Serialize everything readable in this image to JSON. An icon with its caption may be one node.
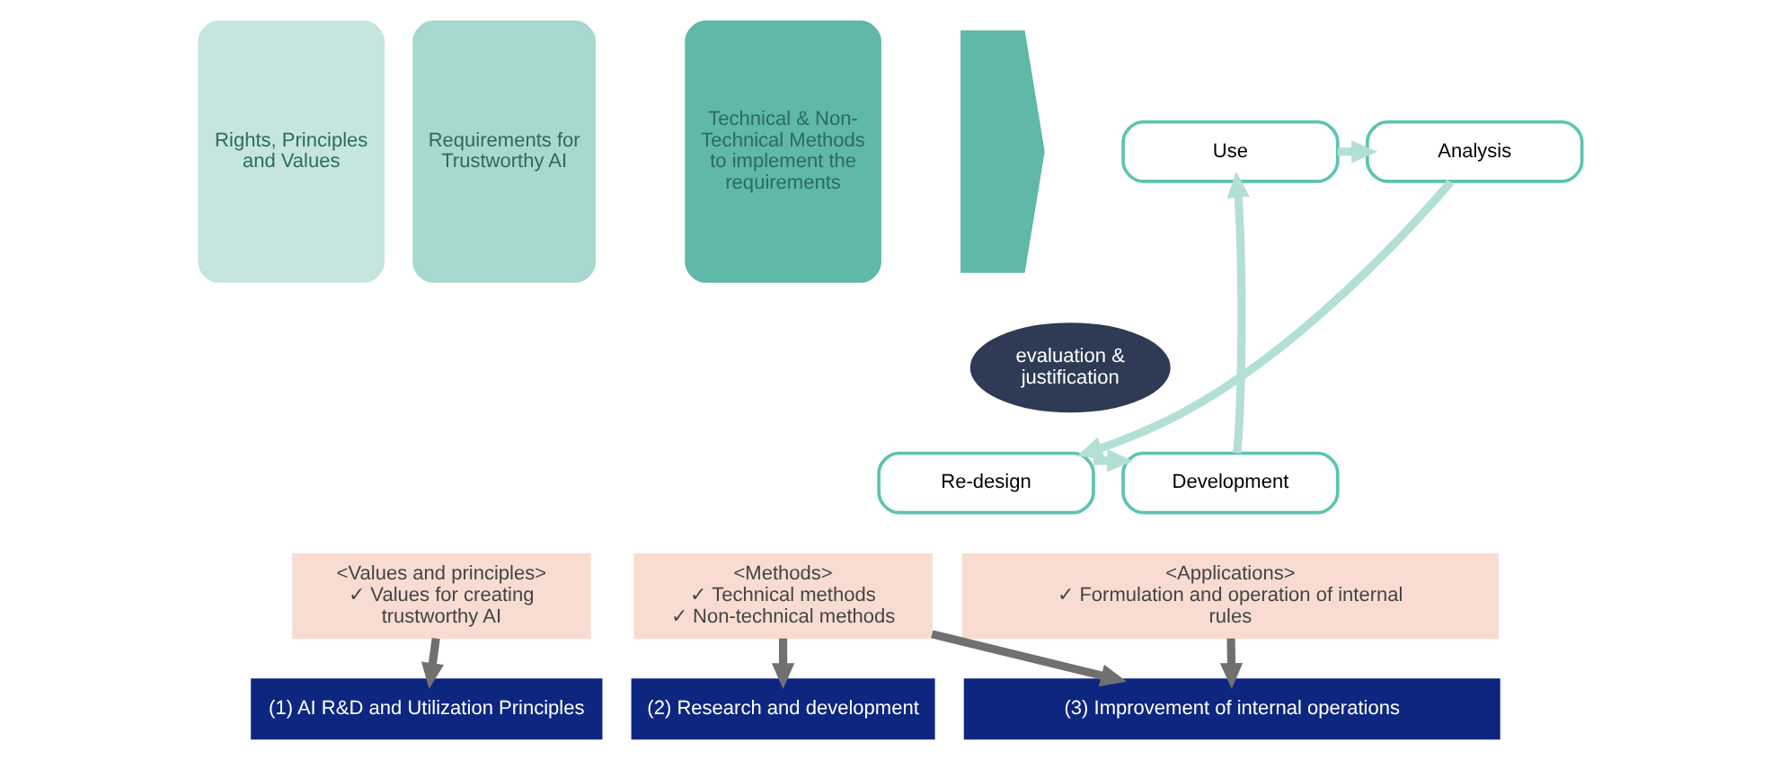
{
  "diagram": {
    "nodes": [
      {
        "text": [
          "Rights, Principles and Values"
        ]
      },
      {
        "text": [
          "Requirements for Trustworthy AI"
        ]
      },
      {
        "text": [
          "Technical & Non-Technical Methods to implement the requirements"
        ]
      },
      {
        "text": [],
        "shape": "arrow"
      },
      {
        "text": [
          "Use"
        ]
      },
      {
        "text": [
          "Analysis"
        ]
      },
      {
        "text": [
          "Re-design"
        ]
      },
      {
        "text": [
          "Development"
        ]
      },
      {
        "text": [
          "evaluation & justification"
        ]
      },
      {
        "text": [
          "<Values and principles>",
          "✓ Values for creating trustworthy AI"
        ]
      },
      {
        "text": [
          "<Methods>",
          "✓ Technical methods",
          "✓ Non-technical methods"
        ]
      },
      {
        "text": [
          "<Applications>",
          "✓ Formulation and operation of internal rules"
        ]
      },
      {
        "text": [
          "(1) AI R&D and Utilization Principles"
        ]
      },
      {
        "text": [
          "(2) Research and development"
        ]
      },
      {
        "text": [
          "(3) Improvement of internal operations"
        ]
      }
    ],
    "edges": [
      {
        "from": 4,
        "to": 5,
        "arrow": "to",
        "color": "#b2dfd6"
      },
      {
        "from": 5,
        "to": 6,
        "arrow": "to",
        "color": "#b2dfd6"
      },
      {
        "from": 6,
        "to": 7,
        "arrow": "to",
        "color": "#b2dfd6"
      },
      {
        "from": 7,
        "to": 4,
        "arrow": "to",
        "color": "#b2dfd6"
      },
      {
        "from": 9,
        "to": 12,
        "arrow": "to",
        "color": "#707070"
      },
      {
        "from": 10,
        "to": 13,
        "arrow": "to",
        "color": "#707070"
      },
      {
        "from": 10,
        "to": 14,
        "arrow": "to",
        "color": "#707070"
      },
      {
        "from": 11,
        "to": 14,
        "arrow": "to",
        "color": "#707070"
      }
    ]
  }
}
